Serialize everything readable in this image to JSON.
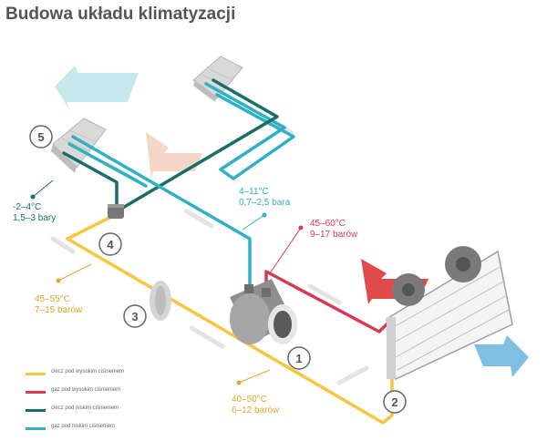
{
  "title": "Budowa układu klimatyzacji",
  "colors": {
    "liquid_high": "#f7c640",
    "gas_high": "#d83a55",
    "liquid_low": "#1b6e68",
    "gas_low": "#2fb0c3",
    "label_teal": "#1b6e68",
    "label_blue": "#2fb0c3",
    "label_red": "#d83a55",
    "label_yellow": "#e0a82a"
  },
  "components": [
    {
      "number": "1",
      "part": "compressor"
    },
    {
      "number": "2",
      "part": "condenser"
    },
    {
      "number": "3",
      "part": "filter-drier"
    },
    {
      "number": "4",
      "part": "expansion-valve"
    },
    {
      "number": "5",
      "part": "evaporator"
    }
  ],
  "annotations": {
    "evap_out": {
      "temp": "-2–4°C",
      "pressure": "1,5–3 bary"
    },
    "suction": {
      "temp": "4–11°C",
      "pressure": "0,7–2,5 bara"
    },
    "discharge": {
      "temp": "45–60°C",
      "pressure": "9–17 barów"
    },
    "drier": {
      "temp": "45–55°C",
      "pressure": "7–15 barów"
    },
    "condenser_out": {
      "temp": "40–50°C",
      "pressure": "6–12 barów"
    }
  },
  "legend": [
    {
      "label": "ciecz pod wysokim ciśnieniem",
      "color": "#f7c640"
    },
    {
      "label": "gaz pod wysokim ciśnieniem",
      "color": "#d83a55"
    },
    {
      "label": "ciecz pod niskim ciśnieniem",
      "color": "#1b6e68"
    },
    {
      "label": "gaz pod niskim ciśnieniem",
      "color": "#2fb0c3"
    }
  ]
}
